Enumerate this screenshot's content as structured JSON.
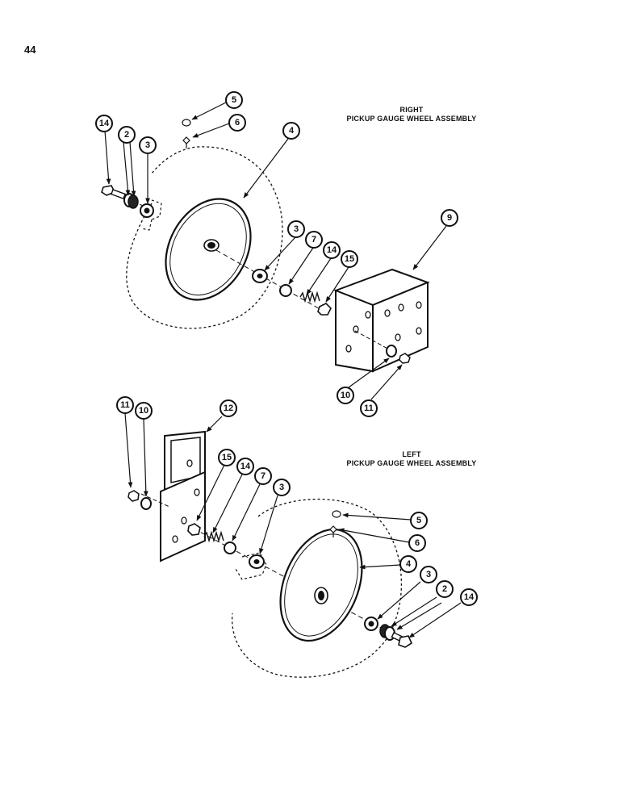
{
  "page_number": "44",
  "right_assembly": {
    "title_line1": "RIGHT",
    "title_line2": "PICKUP GAUGE WHEEL ASSEMBLY"
  },
  "left_assembly": {
    "title_line1": "LEFT",
    "title_line2": "PICKUP GAUGE WHEEL ASSEMBLY"
  },
  "callouts": {
    "r14": "14",
    "r2": "2",
    "r3a": "3",
    "r5": "5",
    "r6": "6",
    "r4": "4",
    "r9": "9",
    "r3b": "3",
    "r7": "7",
    "r14b": "14",
    "r15": "15",
    "r10": "10",
    "r11": "11",
    "l11": "11",
    "l10": "10",
    "l12": "12",
    "l15": "15",
    "l14": "14",
    "l7": "7",
    "l3": "3",
    "l5": "5",
    "l6": "6",
    "l4": "4",
    "l3b": "3",
    "l2": "2",
    "l14b": "14"
  }
}
